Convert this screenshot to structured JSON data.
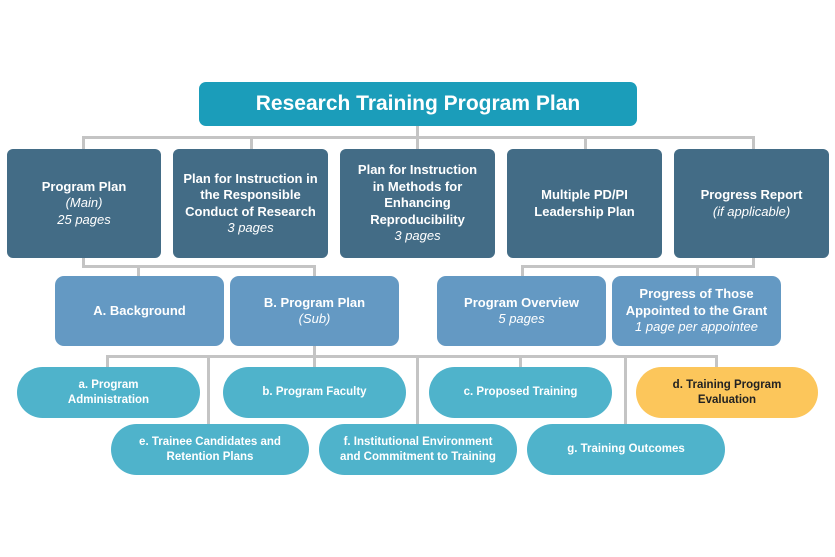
{
  "diagram": {
    "title": "Research Training Program Plan",
    "level1": [
      {
        "label": "Program Plan",
        "note": "(Main)",
        "pages": "25 pages"
      },
      {
        "label": "Plan for Instruction in the Responsible Conduct of Research",
        "pages": "3 pages"
      },
      {
        "label": "Plan for Instruction in Methods for Enhancing Reproducibility",
        "pages": "3 pages"
      },
      {
        "label": "Multiple PD/PI Leadership Plan"
      },
      {
        "label": "Progress Report",
        "note": "(if applicable)"
      }
    ],
    "level2": [
      {
        "label": "A. Background",
        "parent": "Program Plan"
      },
      {
        "label": "B. Program Plan",
        "note": "(Sub)",
        "parent": "Program Plan"
      },
      {
        "label": "Program Overview",
        "pages": "5 pages",
        "parent": "Progress Report"
      },
      {
        "label": "Progress of Those Appointed to the Grant",
        "pages": "1 page per appointee",
        "parent": "Progress Report"
      }
    ],
    "level3": [
      {
        "label": "a. Program Administration"
      },
      {
        "label": "b. Program Faculty"
      },
      {
        "label": "c. Proposed Training"
      },
      {
        "label": "d. Training Program Evaluation",
        "highlighted": true
      },
      {
        "label": "e. Trainee Candidates and Retention Plans"
      },
      {
        "label": "f. Institutional Environment and Commitment to Training"
      },
      {
        "label": "g. Training Outcomes"
      }
    ],
    "colors": {
      "root": "#1b9dba",
      "level1": "#436c86",
      "level2": "#6499c3",
      "level3": "#4fb3cb",
      "highlight": "#fcc65b",
      "connector": "#c4c4c4"
    }
  }
}
